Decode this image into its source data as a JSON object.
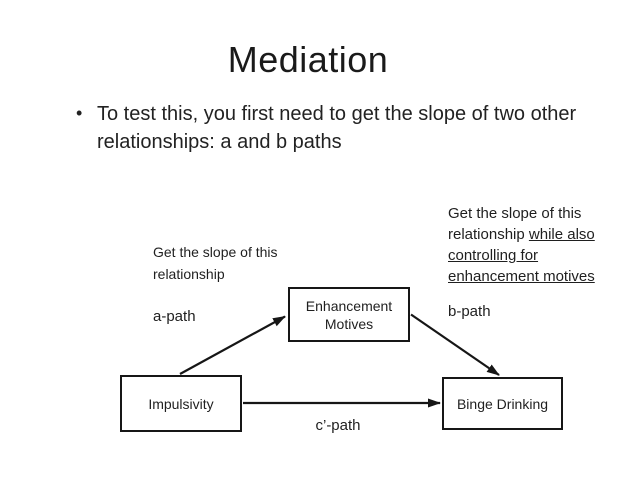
{
  "title": "Mediation",
  "bullet": {
    "marker": "•",
    "text": "To test this, you first need to get the slope of two other relationships: a and b paths"
  },
  "diagram": {
    "boxes": {
      "mediator": "Enhancement Motives",
      "predictor": "Impulsivity",
      "outcome": "Binge Drinking"
    },
    "path_labels": {
      "a_path": "a-path",
      "b_path": "b-path",
      "c_path": "c’-path"
    },
    "notes": {
      "a_note": "Get the slope of this relationship",
      "b_note_plain": "Get the slope of this relationship ",
      "b_note_underlined": "while also controlling for enhancement motives"
    },
    "colors": {
      "line": "#161616",
      "text": "#1f1f1f",
      "background": "#ffffff"
    }
  }
}
